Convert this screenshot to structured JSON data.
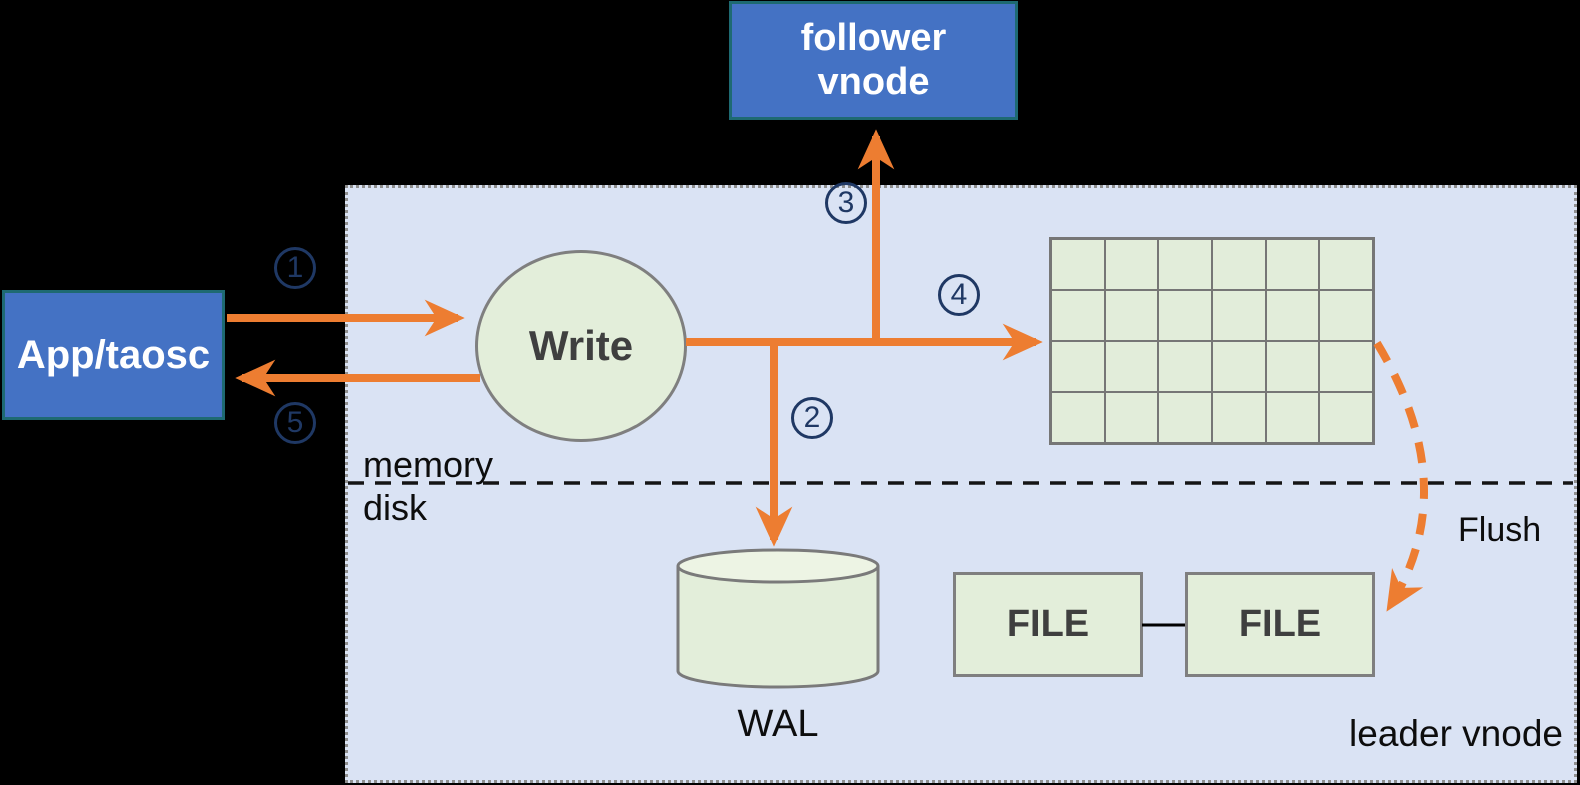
{
  "nodes": {
    "app": {
      "label": "App/taosc"
    },
    "follower": {
      "label": "follower vnode"
    },
    "write": {
      "label": "Write"
    },
    "wal": {
      "label": "WAL"
    },
    "files": [
      {
        "label": "FILE"
      },
      {
        "label": "FILE"
      }
    ]
  },
  "panel": {
    "label": "leader vnode"
  },
  "zones": {
    "memory": "memory",
    "disk": "disk"
  },
  "flow": {
    "flush_label": "Flush",
    "steps": [
      "1",
      "2",
      "3",
      "4",
      "5"
    ]
  },
  "memtable": {
    "rows": 4,
    "cols": 6
  },
  "colors": {
    "arrow_orange": "#ED7D31",
    "node_blue": "#4472C4",
    "node_border_teal": "#1E6A72",
    "shape_green": "#E3EEDA",
    "panel_lavender": "#DAE3F4",
    "step_navy": "#1F3864",
    "background": "#000000"
  }
}
